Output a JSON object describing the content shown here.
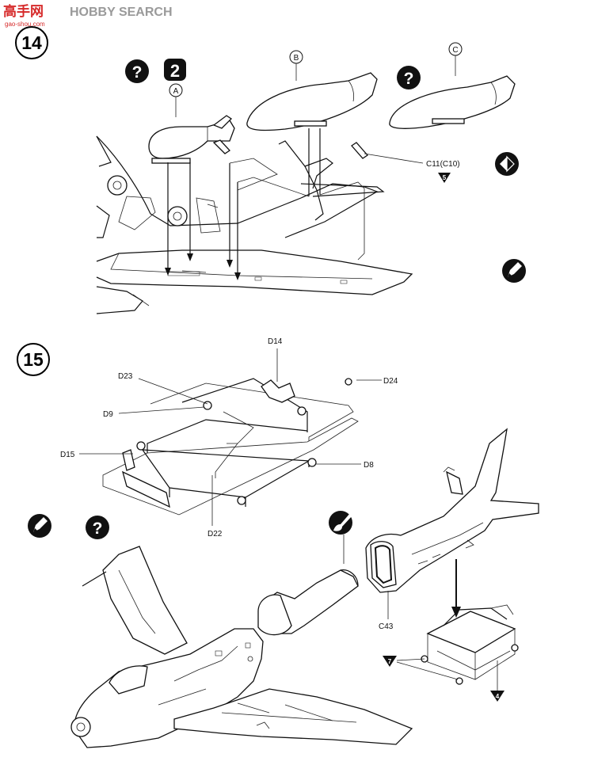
{
  "watermark": {
    "brand": "HOBBY SEARCH",
    "logo_text": "高手网",
    "url": "gao-shou.com",
    "color_red": "#d62a2a",
    "color_gray": "#9a9a9a"
  },
  "step14": {
    "number": "14",
    "letter_a": "A",
    "letter_b": "B",
    "letter_c": "C",
    "badge_count": "2",
    "part_c11": "C11(C10)",
    "ref_5": "5"
  },
  "step15": {
    "number": "15",
    "parts": {
      "d14": "D14",
      "d23": "D23",
      "d24": "D24",
      "d9": "D9",
      "d15": "D15",
      "d8": "D8",
      "d22": "D22",
      "c43": "C43"
    },
    "ref_7": "7",
    "ref_4": "4"
  },
  "icons": {
    "question": "question-icon",
    "optional": "choice-icon",
    "paint": "paint-brush-icon",
    "pen": "paint-pen-icon"
  }
}
